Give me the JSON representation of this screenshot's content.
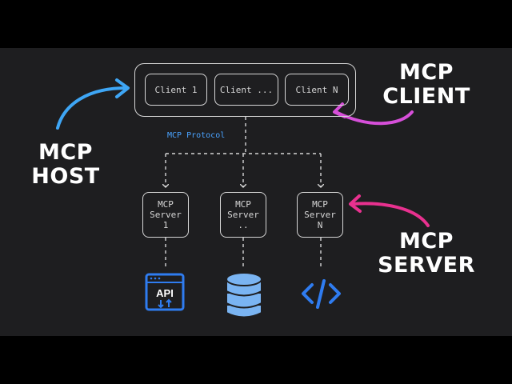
{
  "host_label": [
    "MCP",
    "HOST"
  ],
  "client_label": [
    "MCP",
    "CLIENT"
  ],
  "server_label": [
    "MCP",
    "SERVER"
  ],
  "clients": [
    "Client 1",
    "Client ...",
    "Client N"
  ],
  "protocol_label": "MCP Protocol",
  "servers": [
    {
      "lines": [
        "MCP",
        "Server",
        "1"
      ]
    },
    {
      "lines": [
        "MCP",
        "Server",
        ".."
      ]
    },
    {
      "lines": [
        "MCP",
        "Server",
        "N"
      ]
    }
  ],
  "api_icon_text": "API",
  "resource_icons": [
    "api-icon",
    "database-icon",
    "code-icon"
  ],
  "colors": {
    "background": "#1e1e20",
    "letterbox": "#000000",
    "line": "#d6d6d6",
    "protocol": "#4aa3ff",
    "host_arrow": "#3ea6f5",
    "client_arrow": "#d64fd9",
    "server_arrow": "#e8318f",
    "icon_blue": "#2f7cf0"
  }
}
